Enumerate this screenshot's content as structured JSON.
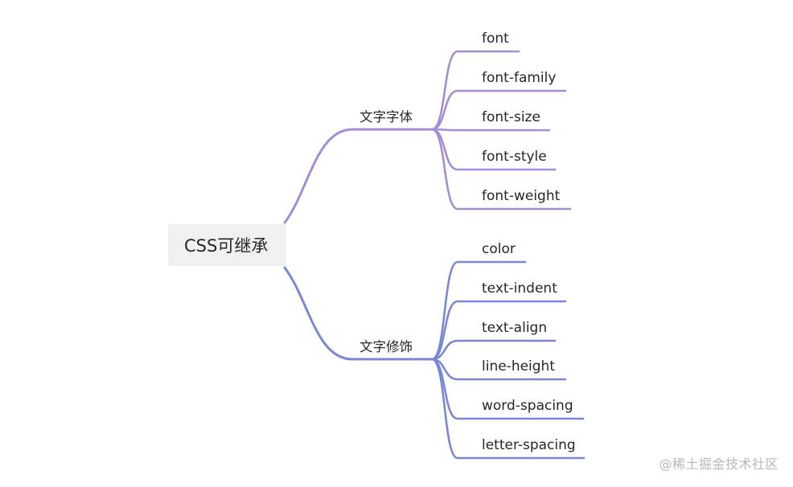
{
  "mindmap": {
    "root": {
      "label": "CSS可继承"
    },
    "branches": [
      {
        "label": "文字字体",
        "color": "#a58cd6",
        "children": [
          "font",
          "font-family",
          "font-size",
          "font-style",
          "font-weight"
        ]
      },
      {
        "label": "文字修饰",
        "color": "#7a87d6",
        "children": [
          "color",
          "text-indent",
          "text-align",
          "line-height",
          "word-spacing",
          "letter-spacing"
        ]
      }
    ],
    "root_fill": "#f0f0f0"
  },
  "watermark": {
    "text": "@稀土掘金技术社区"
  }
}
